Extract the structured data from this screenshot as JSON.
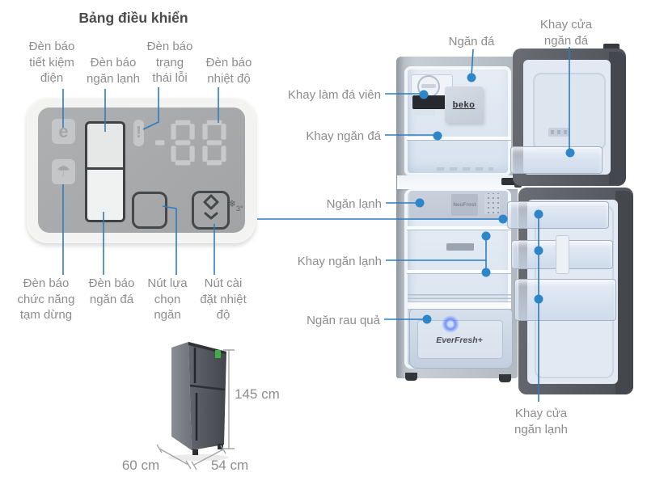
{
  "title": "Bảng điều khiển",
  "colors": {
    "accent_blue": "#2b7dc3",
    "dot_blue": "#2e86c8",
    "label_gray": "#8d8d8d",
    "title_gray": "#4b4b4b"
  },
  "panel_labels": {
    "power_save": [
      "Đèn báo",
      "tiết kiệm",
      "điện"
    ],
    "cooler_indicator": [
      "Đèn báo",
      "ngăn lạnh"
    ],
    "error_status": [
      "Đèn báo",
      "trạng",
      "thái lỗi"
    ],
    "temperature": [
      "Đèn báo",
      "nhiệt độ"
    ],
    "pause_function": [
      "Đèn báo",
      "chức năng",
      "tạm dừng"
    ],
    "freezer_indicator": [
      "Đèn báo",
      "ngăn đá"
    ],
    "compartment_select": [
      "Nút lựa",
      "chọn",
      "ngăn"
    ],
    "temp_set": [
      "Nút cài",
      "đặt nhiệt",
      "độ"
    ]
  },
  "panel_display": {
    "e_icon": "e",
    "pause_icon": "☂",
    "error_icon": "!",
    "digits": "-88",
    "mode_icon": "❄",
    "mode_icon_text": "3°"
  },
  "fridge_labels": {
    "freezer": "Ngăn đá",
    "freezer_door_tray": [
      "Khay cửa",
      "ngăn đá"
    ],
    "ice_tray": "Khay làm đá viên",
    "freezer_tray": "Khay ngăn đá",
    "cooler": "Ngăn lạnh",
    "cooler_tray": "Khay ngăn lạnh",
    "veg_box": "Ngăn rau quả",
    "cooler_door_tray": [
      "Khay cửa",
      "ngăn lạnh"
    ]
  },
  "fridge_branding": {
    "logo": "beko",
    "neofrost": "NeoFrost",
    "everfresh": "EverFresh+"
  },
  "dimensions": {
    "height": "145 cm",
    "depth": "60 cm",
    "width": "54 cm"
  }
}
